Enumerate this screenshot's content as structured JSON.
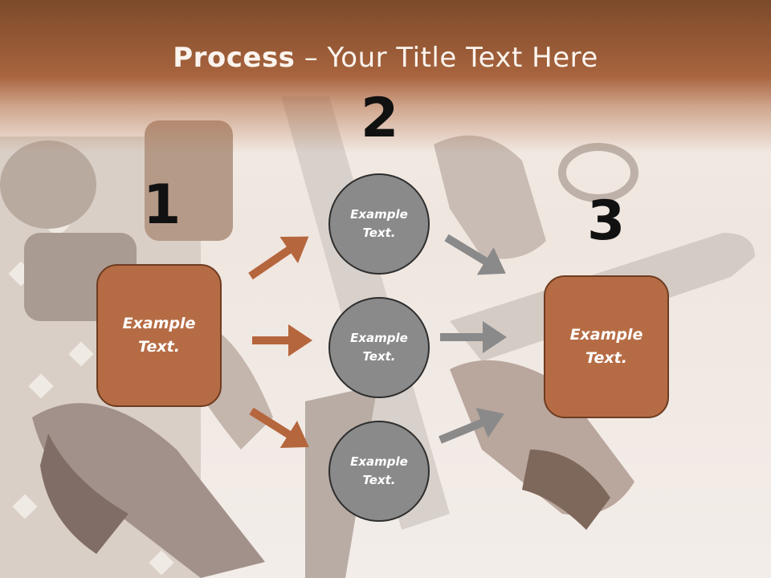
{
  "title": {
    "strong": "Process",
    "rest": " – Your Title Text Here"
  },
  "steps": [
    "1",
    "2",
    "3"
  ],
  "left_box": "Example\nText.",
  "right_box": "Example\nText.",
  "circles": [
    "Example\nText.",
    "Example\nText.",
    "Example\nText."
  ],
  "colors": {
    "header": "#a8643e",
    "box": "#b56c45",
    "circle": "#8a8a8a",
    "arrow_brown": "#b5663d",
    "arrow_gray": "#8a8a8a"
  }
}
